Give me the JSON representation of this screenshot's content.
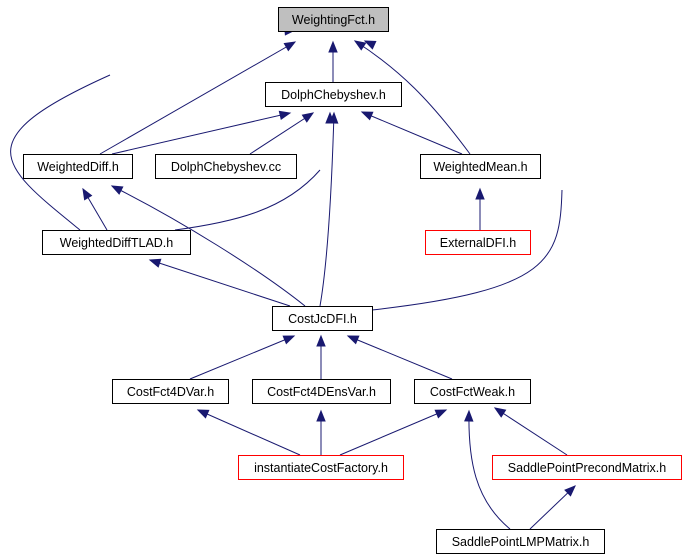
{
  "colors": {
    "edge": "#191970",
    "root_fill": "#bfbfbf",
    "default_border": "#000000",
    "linked_border": "#ff0000",
    "node_fill": "#ffffff"
  },
  "nodes": {
    "weighting_fct": {
      "label": "WeightingFct.h",
      "style": "root"
    },
    "dolph_chebyshev_h": {
      "label": "DolphChebyshev.h",
      "style": "default"
    },
    "weighted_diff": {
      "label": "WeightedDiff.h",
      "style": "default"
    },
    "dolph_chebyshev_cc": {
      "label": "DolphChebyshev.cc",
      "style": "default"
    },
    "weighted_mean": {
      "label": "WeightedMean.h",
      "style": "default"
    },
    "weighted_diff_tlad": {
      "label": "WeightedDiffTLAD.h",
      "style": "default"
    },
    "external_dfi": {
      "label": "ExternalDFI.h",
      "style": "linked"
    },
    "cost_jc_dfi": {
      "label": "CostJcDFI.h",
      "style": "default"
    },
    "cost_fct_4dvar": {
      "label": "CostFct4DVar.h",
      "style": "default"
    },
    "cost_fct_4densvar": {
      "label": "CostFct4DEnsVar.h",
      "style": "default"
    },
    "cost_fct_weak": {
      "label": "CostFctWeak.h",
      "style": "default"
    },
    "instantiate_cost_factory": {
      "label": "instantiateCostFactory.h",
      "style": "linked"
    },
    "saddle_point_precond_matrix": {
      "label": "SaddlePointPrecondMatrix.h",
      "style": "linked"
    },
    "saddle_point_lmp_matrix": {
      "label": "SaddlePointLMPMatrix.h",
      "style": "default"
    }
  },
  "edges": [
    {
      "from": "dolph_chebyshev_h",
      "to": "weighting_fct"
    },
    {
      "from": "weighted_diff",
      "to": "weighting_fct"
    },
    {
      "from": "weighted_diff_tlad",
      "to": "weighting_fct"
    },
    {
      "from": "weighted_mean",
      "to": "weighting_fct"
    },
    {
      "from": "cost_jc_dfi",
      "to": "weighting_fct"
    },
    {
      "from": "weighted_diff",
      "to": "dolph_chebyshev_h"
    },
    {
      "from": "dolph_chebyshev_cc",
      "to": "dolph_chebyshev_h"
    },
    {
      "from": "weighted_mean",
      "to": "dolph_chebyshev_h"
    },
    {
      "from": "weighted_diff_tlad",
      "to": "dolph_chebyshev_h"
    },
    {
      "from": "cost_jc_dfi",
      "to": "dolph_chebyshev_h"
    },
    {
      "from": "weighted_diff_tlad",
      "to": "weighted_diff"
    },
    {
      "from": "cost_jc_dfi",
      "to": "weighted_diff"
    },
    {
      "from": "external_dfi",
      "to": "weighted_mean"
    },
    {
      "from": "cost_jc_dfi",
      "to": "weighted_diff_tlad"
    },
    {
      "from": "cost_fct_4dvar",
      "to": "cost_jc_dfi"
    },
    {
      "from": "cost_fct_4densvar",
      "to": "cost_jc_dfi"
    },
    {
      "from": "cost_fct_weak",
      "to": "cost_jc_dfi"
    },
    {
      "from": "instantiate_cost_factory",
      "to": "cost_fct_4dvar"
    },
    {
      "from": "instantiate_cost_factory",
      "to": "cost_fct_4densvar"
    },
    {
      "from": "instantiate_cost_factory",
      "to": "cost_fct_weak"
    },
    {
      "from": "saddle_point_precond_matrix",
      "to": "cost_fct_weak"
    },
    {
      "from": "saddle_point_lmp_matrix",
      "to": "cost_fct_weak"
    },
    {
      "from": "saddle_point_lmp_matrix",
      "to": "saddle_point_precond_matrix"
    }
  ]
}
